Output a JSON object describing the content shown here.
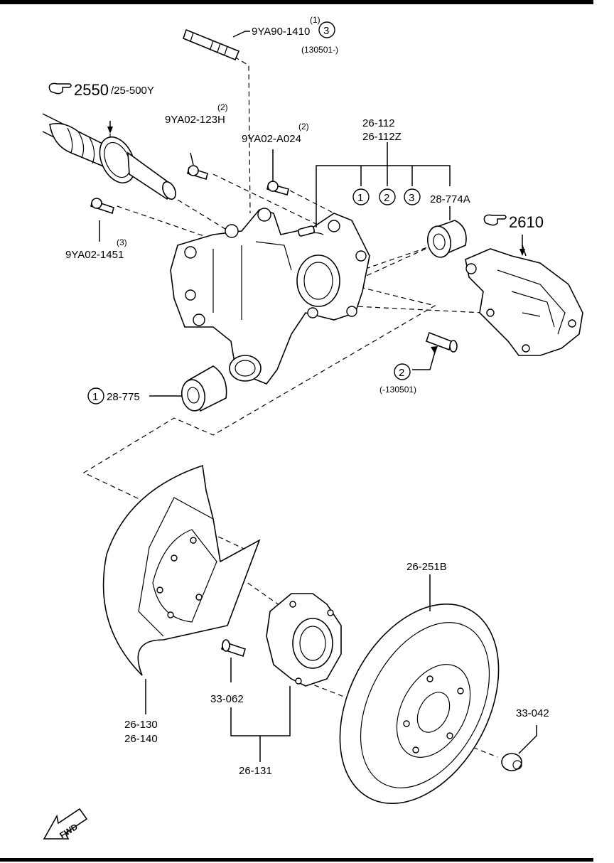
{
  "part_labels": {
    "bolt_upper": "9YA90-1410",
    "bolt_upper_qty": "(1)",
    "bolt_upper_ref": "3",
    "bolt_upper_serial": "(130501-)",
    "drive_shaft_ref": "2550",
    "drive_shaft_sub": "/25-500Y",
    "bolt_123h": "9YA02-123H",
    "bolt_123h_qty": "(2)",
    "bolt_a024": "9YA02-A024",
    "bolt_a024_qty": "(2)",
    "knuckle_1": "26-112",
    "knuckle_2": "26-112Z",
    "ref_1": "1",
    "ref_2": "2",
    "ref_3": "3",
    "bushing_upper": "28-774A",
    "caliper_ref": "2610",
    "bolt_1451": "9YA02-1451",
    "bolt_1451_qty": "(3)",
    "bushing_lower": "28-775",
    "bushing_lower_ref": "1",
    "pin_ref": "2",
    "pin_serial": "(-130501)",
    "disc": "26-251B",
    "dust_cover_1": "26-130",
    "dust_cover_2": "26-140",
    "hub_bolt": "33-062",
    "hub": "26-131",
    "nut": "33-042",
    "fwd": "FWD"
  },
  "icons": [
    "pointing-hand-icon",
    "fwd-arrow-icon"
  ]
}
